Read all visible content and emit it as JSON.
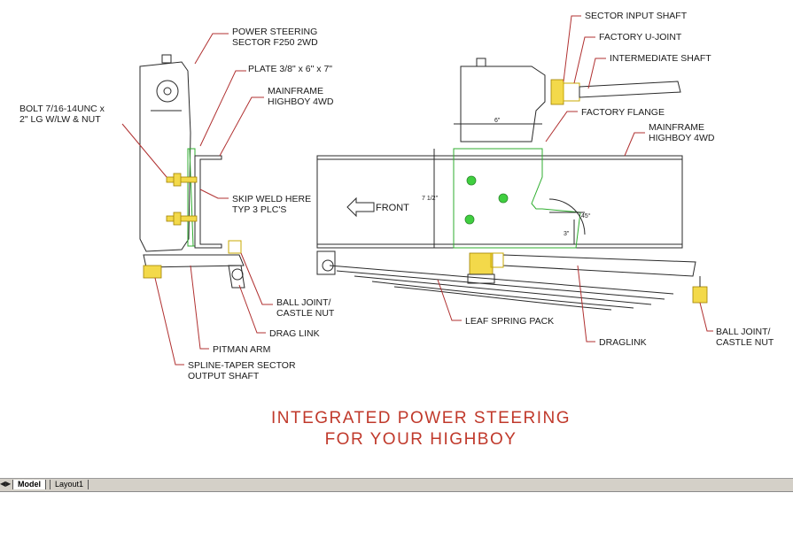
{
  "labels": {
    "power_steering_sector": [
      "POWER STEERING",
      "SECTOR F250 2WD"
    ],
    "plate": "PLATE 3/8\" x 6\" x 7\"",
    "mainframe_left": [
      "MAINFRAME",
      "HIGHBOY 4WD"
    ],
    "bolt": [
      "BOLT 7/16-14UNC x",
      "2\" LG W/LW & NUT"
    ],
    "skip_weld": [
      "SKIP WELD HERE",
      "TYP 3 PLC'S"
    ],
    "ball_joint_left": [
      "BALL JOINT/",
      "CASTLE NUT"
    ],
    "drag_link": "DRAG LINK",
    "pitman_arm": "PITMAN ARM",
    "spline_taper": [
      "SPLINE-TAPER SECTOR",
      "OUTPUT SHAFT"
    ],
    "sector_input_shaft": "SECTOR INPUT SHAFT",
    "factory_ujoint": "FACTORY U-JOINT",
    "intermediate_shaft": "INTERMEDIATE SHAFT",
    "factory_flange": "FACTORY FLANGE",
    "mainframe_right": [
      "MAINFRAME",
      "HIGHBOY 4WD"
    ],
    "front": "FRONT",
    "leaf_spring_pack": "LEAF SPRING PACK",
    "draglink_right": "DRAGLINK",
    "ball_joint_right": [
      "BALL JOINT/",
      "CASTLE NUT"
    ]
  },
  "dimensions": {
    "width": "6\"",
    "height": "7 1/2\"",
    "angle": "45°",
    "small": "3\""
  },
  "title": [
    "INTEGRATED POWER STEERING",
    "FOR YOUR HIGHBOY"
  ],
  "tabs": {
    "nav_arrows": "◀▶",
    "model": "Model",
    "layout1": "Layout1"
  },
  "colors": {
    "title": "#c0392b",
    "leaders": "#b03030",
    "plate": "#2fae2f",
    "bolts": "#f3d94a"
  }
}
